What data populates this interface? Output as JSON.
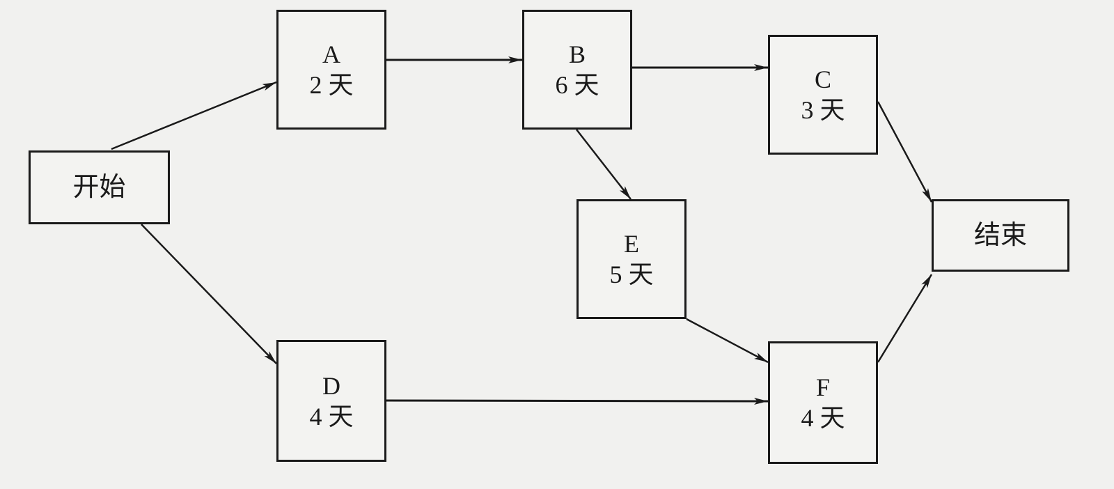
{
  "diagram": {
    "type": "activity-network",
    "unit": "天",
    "nodes": [
      {
        "id": "start",
        "label": "开始",
        "kind": "terminal"
      },
      {
        "id": "A",
        "label": "A",
        "duration": "2 天"
      },
      {
        "id": "B",
        "label": "B",
        "duration": "6 天"
      },
      {
        "id": "C",
        "label": "C",
        "duration": "3 天"
      },
      {
        "id": "D",
        "label": "D",
        "duration": "4 天"
      },
      {
        "id": "E",
        "label": "E",
        "duration": "5 天"
      },
      {
        "id": "F",
        "label": "F",
        "duration": "4 天"
      },
      {
        "id": "end",
        "label": "结束",
        "kind": "terminal"
      }
    ],
    "edges": [
      {
        "from": "start",
        "to": "A"
      },
      {
        "from": "start",
        "to": "D"
      },
      {
        "from": "A",
        "to": "B"
      },
      {
        "from": "B",
        "to": "C"
      },
      {
        "from": "B",
        "to": "E"
      },
      {
        "from": "C",
        "to": "end"
      },
      {
        "from": "E",
        "to": "F"
      },
      {
        "from": "D",
        "to": "F"
      },
      {
        "from": "F",
        "to": "end"
      }
    ],
    "colors": {
      "line": "#1a1a1a",
      "background": "#f1f1ef"
    }
  }
}
